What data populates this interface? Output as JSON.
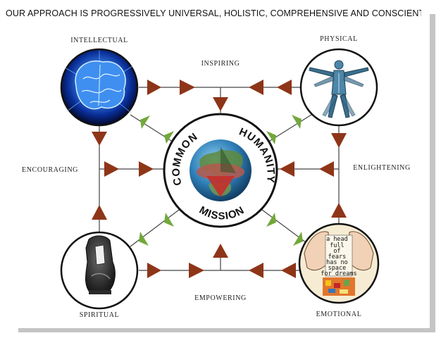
{
  "heading": "OUR APPROACH IS PROGRESSIVELY UNIVERSAL, HOLISTIC, COMPREHENSIVE AND CONSCIENTIOUS",
  "corners": {
    "intellectual": "INTELLECTUAL",
    "physical": "PHYSICAL",
    "spiritual": "SPIRITUAL",
    "emotional": "EMOTIONAL"
  },
  "connectors": {
    "top": "INSPIRING",
    "left": "ENCOURAGING",
    "right": "ENLIGHTENING",
    "bottom": "EMPOWERING"
  },
  "center": {
    "arc_left": "COMMON",
    "arc_right": "HUMANITY",
    "arc_bottom": "MISSION"
  },
  "emotional_note": [
    "a head",
    "full",
    "of",
    "fears",
    "has no",
    "space",
    "for dreams"
  ],
  "colors": {
    "arrow_brown": "#8e3518",
    "arrow_green": "#72a83a",
    "line": "#444444"
  },
  "icons": {
    "intellectual": "glowing-brain-image",
    "physical": "vitruvian-anatomy-figure",
    "spiritual": "carved-stone-sculpture",
    "emotional": "hands-holding-note-collage",
    "center": "earth-globe-with-pyramid"
  }
}
